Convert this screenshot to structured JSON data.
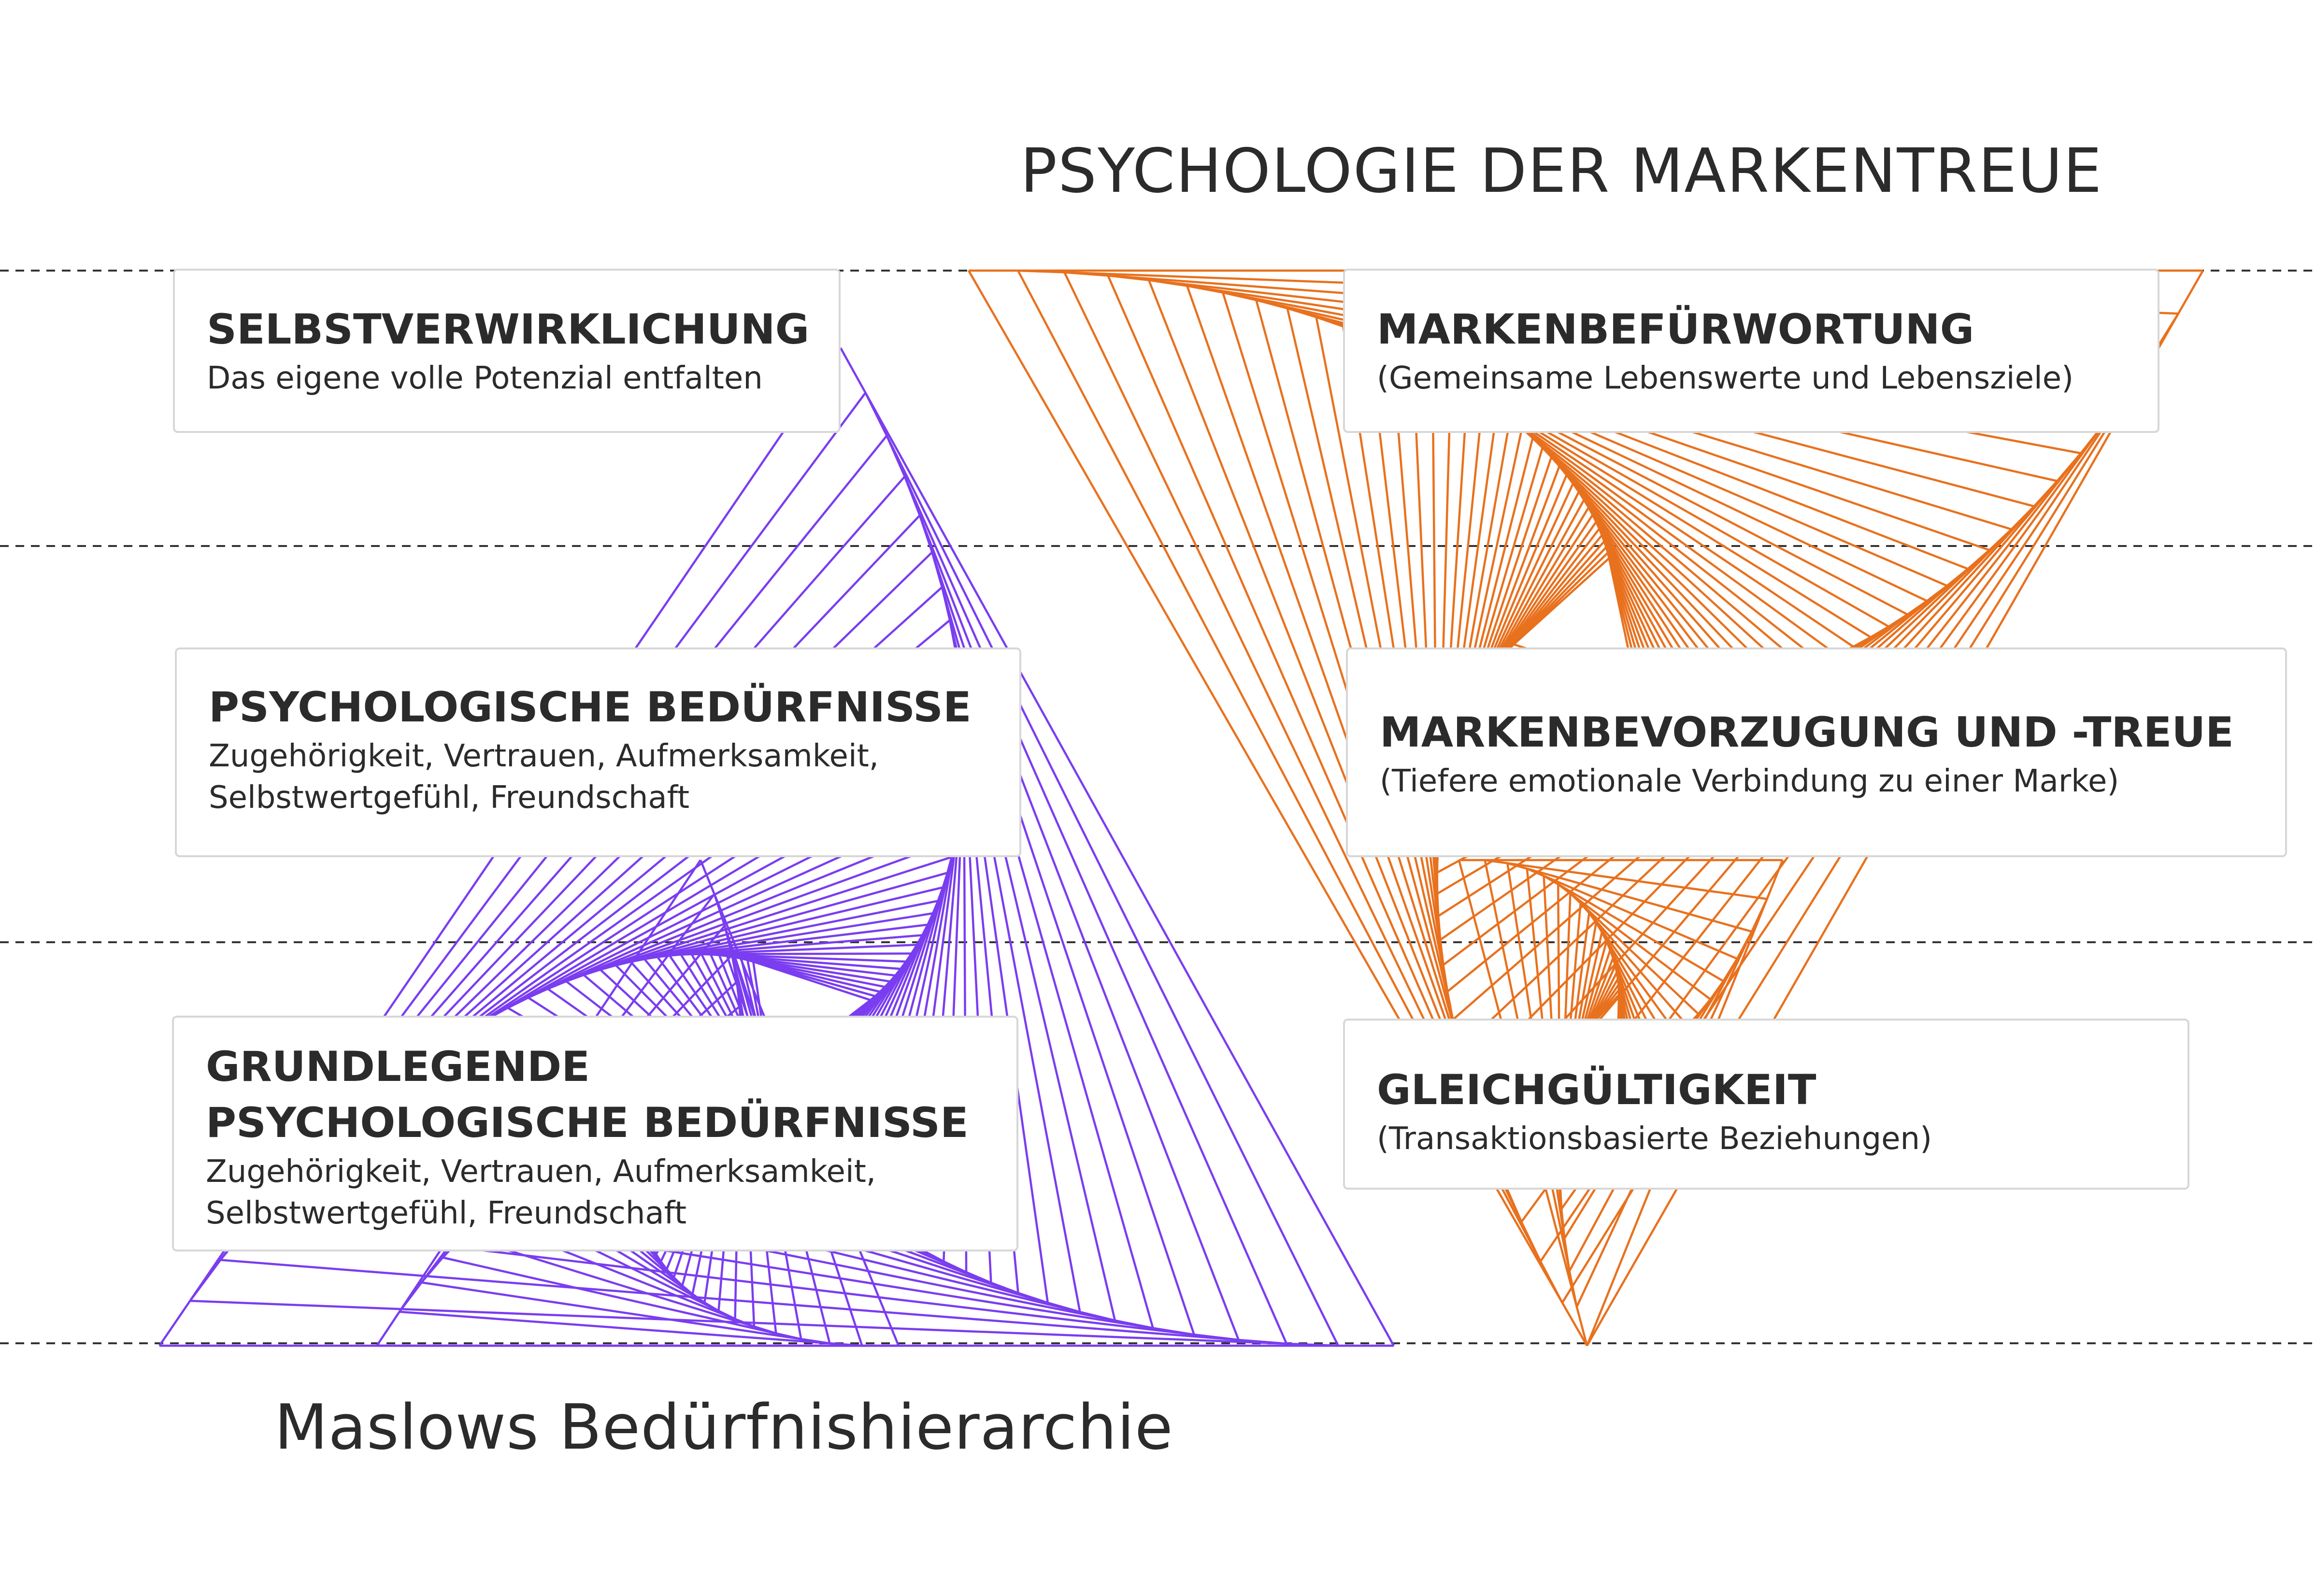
{
  "titles": {
    "top": "PSYCHOLOGIE DER MARKENTREUE",
    "bottom": "Maslows Bedürfnishierarchie"
  },
  "colors": {
    "purple": "#7a3df0",
    "orange": "#e8711e",
    "text": "#2b2b2b",
    "dashed_line": "#333333",
    "card_border": "#d7d7d7"
  },
  "maslow": [
    {
      "heading": "SELBSTVERWIRKLICHUNG",
      "lines": [
        "Das eigene volle Potenzial entfalten"
      ]
    },
    {
      "heading": "PSYCHOLOGISCHE BEDÜRFNISSE",
      "lines": [
        "Zugehörigkeit, Vertrauen, Aufmerksamkeit,",
        "Selbstwertgefühl, Freundschaft"
      ]
    },
    {
      "heading_lines": [
        "GRUNDLEGENDE",
        "PSYCHOLOGISCHE BEDÜRFNISSE"
      ],
      "lines": [
        "Zugehörigkeit, Vertrauen, Aufmerksamkeit,",
        "Selbstwertgefühl, Freundschaft"
      ]
    }
  ],
  "brand": [
    {
      "heading": "MARKENBEFÜRWORTUNG",
      "lines": [
        "(Gemeinsame Lebenswerte und Lebensziele)"
      ]
    },
    {
      "heading": "MARKENBEVORZUGUNG UND -TREUE",
      "lines": [
        "(Tiefere emotionale Verbindung zu einer Marke)"
      ]
    },
    {
      "heading": "GLEICHGÜLTIGKEIT",
      "lines": [
        " (Transaktionsbasierte Beziehungen)"
      ]
    }
  ]
}
